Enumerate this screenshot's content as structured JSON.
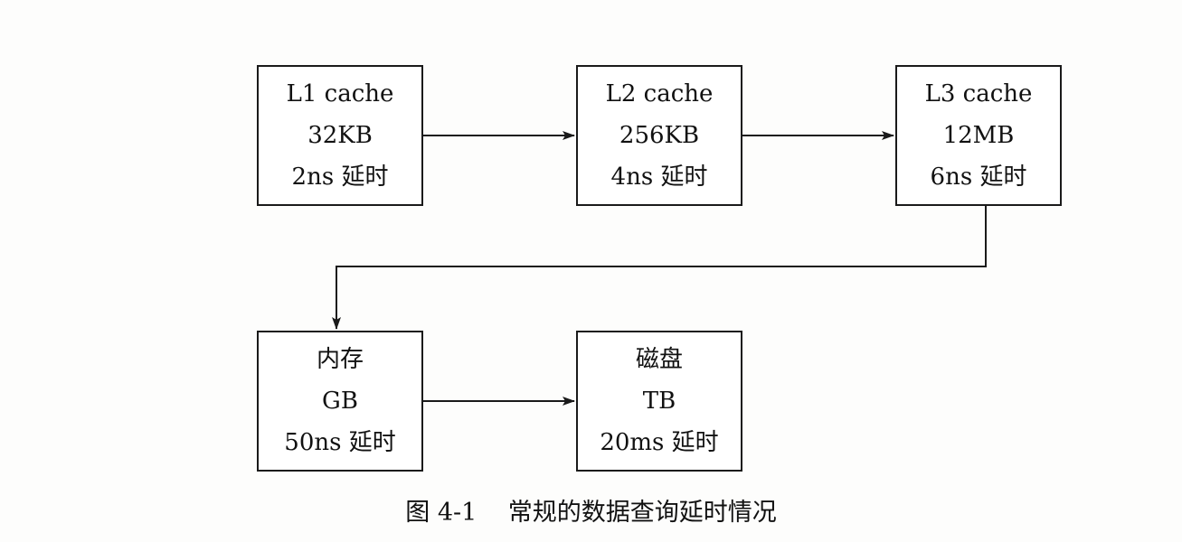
{
  "diagram": {
    "nodes": [
      {
        "id": "l1",
        "lines": [
          "L1 cache",
          "32KB",
          "2ns 延时"
        ]
      },
      {
        "id": "l2",
        "lines": [
          "L2 cache",
          "256KB",
          "4ns 延时"
        ]
      },
      {
        "id": "l3",
        "lines": [
          "L3 cache",
          "12MB",
          "6ns 延时"
        ]
      },
      {
        "id": "mem",
        "lines": [
          "内存",
          "GB",
          "50ns 延时"
        ]
      },
      {
        "id": "disk",
        "lines": [
          "磁盘",
          "TB",
          "20ms 延时"
        ]
      }
    ],
    "edges": [
      {
        "from": "l1",
        "to": "l2"
      },
      {
        "from": "l2",
        "to": "l3"
      },
      {
        "from": "l3",
        "to": "mem"
      },
      {
        "from": "mem",
        "to": "disk"
      }
    ],
    "caption": "图 4-1    常规的数据查询延时情况"
  }
}
